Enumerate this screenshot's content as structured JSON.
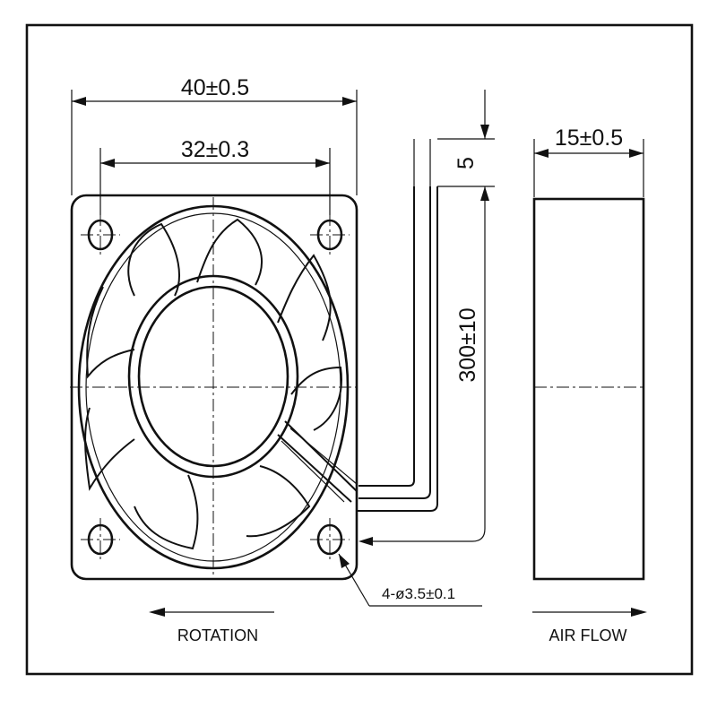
{
  "dimensions": {
    "overall_width": "40±0.5",
    "mount_spacing": "32±0.3",
    "lead_strip": "5",
    "lead_length": "300±10",
    "thickness": "15±0.5",
    "holes": "4-ø3.5±0.1"
  },
  "labels": {
    "rotation": "ROTATION",
    "air_flow": "AIR FLOW"
  },
  "colors": {
    "line": "#111111",
    "background": "#ffffff"
  },
  "icons": {
    "rotation_arrow": "arrow-left-icon",
    "airflow_arrow": "arrow-right-icon"
  }
}
